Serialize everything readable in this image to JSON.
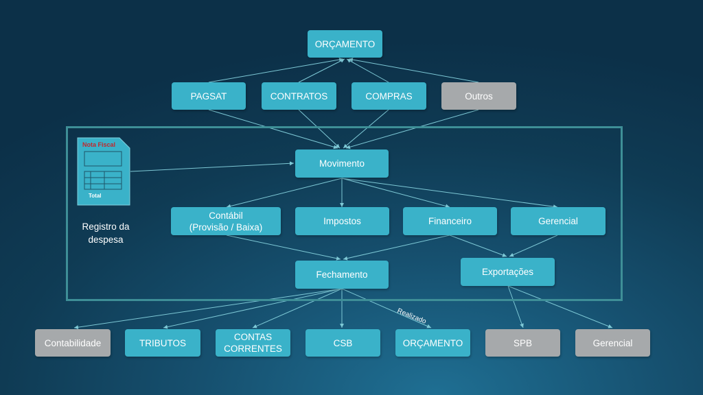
{
  "colors": {
    "teal_box": "#3ab2c9",
    "gray_box": "#a6a9ab",
    "frame": "#3e8f97",
    "arrow": "#7ec9d6",
    "note_title": "#c0282d"
  },
  "diagram": {
    "nodes": {
      "orcamento_top": "ORÇAMENTO",
      "pagsat": "PAGSAT",
      "contratos": "CONTRATOS",
      "compras": "COMPRAS",
      "outros": "Outros",
      "movimento": "Movimento",
      "contabil": "Contábil\n(Provisão / Baixa)",
      "impostos": "Impostos",
      "financeiro": "Financeiro",
      "gerencial_mid": "Gerencial",
      "fechamento": "Fechamento",
      "exportacoes": "Exportações",
      "contabilidade": "Contabilidade",
      "tributos": "TRIBUTOS",
      "contas_correntes": "CONTAS\nCORRENTES",
      "csb": "CSB",
      "orcamento_bottom": "ORÇAMENTO",
      "spb": "SPB",
      "gerencial_bottom": "Gerencial"
    },
    "note": {
      "title": "Nota Fiscal",
      "total": "Total",
      "icon": "invoice-document-icon"
    },
    "note_caption": "Registro da\ndespesa",
    "edge_label": "Realizado"
  }
}
